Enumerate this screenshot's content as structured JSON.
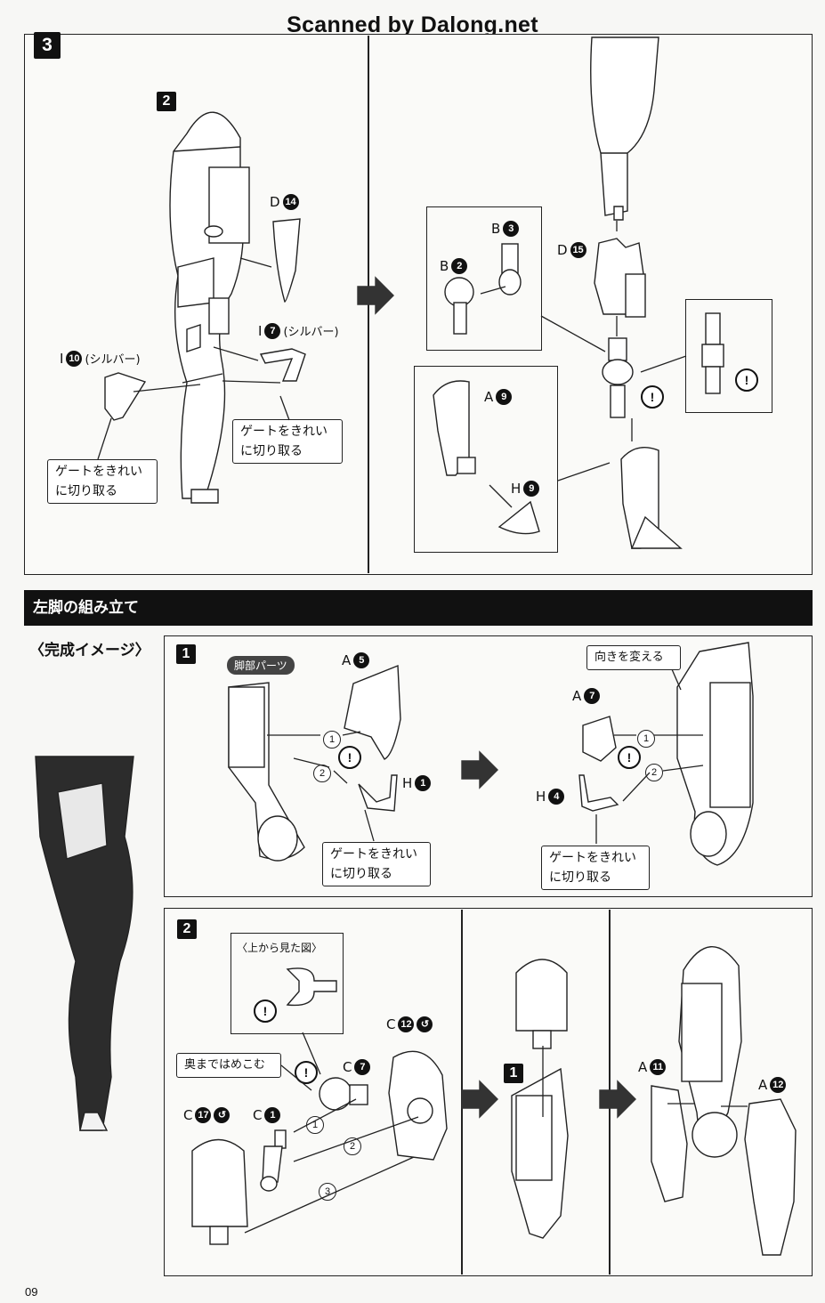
{
  "watermark": "Scanned by Dalong.net",
  "page_number": "09",
  "step3": {
    "badge": "3",
    "sub_badge": "2",
    "labels": {
      "d14_letter": "D",
      "d14_num": "14",
      "i7_letter": "I",
      "i7_num": "7",
      "i7_note": "(シルバー)",
      "i10_letter": "I",
      "i10_num": "10",
      "i10_note": "(シルバー)",
      "b3_letter": "B",
      "b3_num": "3",
      "b2_letter": "B",
      "b2_num": "2",
      "d15_letter": "D",
      "d15_num": "15",
      "a9_letter": "A",
      "a9_num": "9",
      "h9_letter": "H",
      "h9_num": "9"
    },
    "callout_right_line1": "ゲートをきれい",
    "callout_right_line2": "に切り取る",
    "callout_left_line1": "ゲートをきれい",
    "callout_left_line2": "に切り取る",
    "warning": "!"
  },
  "section": {
    "title": "左脚の組み立て",
    "complete_image": "〈完成イメージ〉"
  },
  "left_step1": {
    "badge": "1",
    "pill": "脚部パーツ",
    "labels": {
      "a5_letter": "A",
      "a5_num": "5",
      "h1_letter": "H",
      "h1_num": "1",
      "a7_letter": "A",
      "a7_num": "7",
      "h4_letter": "H",
      "h4_num": "4"
    },
    "rotate_note": "向きを変える",
    "callout_a_line1": "ゲートをきれい",
    "callout_a_line2": "に切り取る",
    "callout_b_line1": "ゲートをきれい",
    "callout_b_line2": "に切り取る",
    "step_1": "1",
    "step_2": "2"
  },
  "left_step2": {
    "badge": "2",
    "sub_badge": "1",
    "top_view": "〈上から見た図〉",
    "push_in": "奥まではめこむ",
    "labels": {
      "c12_letter": "C",
      "c12_num": "12",
      "c7_letter": "C",
      "c7_num": "7",
      "c17_letter": "C",
      "c17_num": "17",
      "c1_letter": "C",
      "c1_num": "1",
      "a11_letter": "A",
      "a11_num": "11",
      "a12_letter": "A",
      "a12_num": "12"
    },
    "step_1": "1",
    "step_2": "2",
    "step_3": "3",
    "warning": "!"
  }
}
